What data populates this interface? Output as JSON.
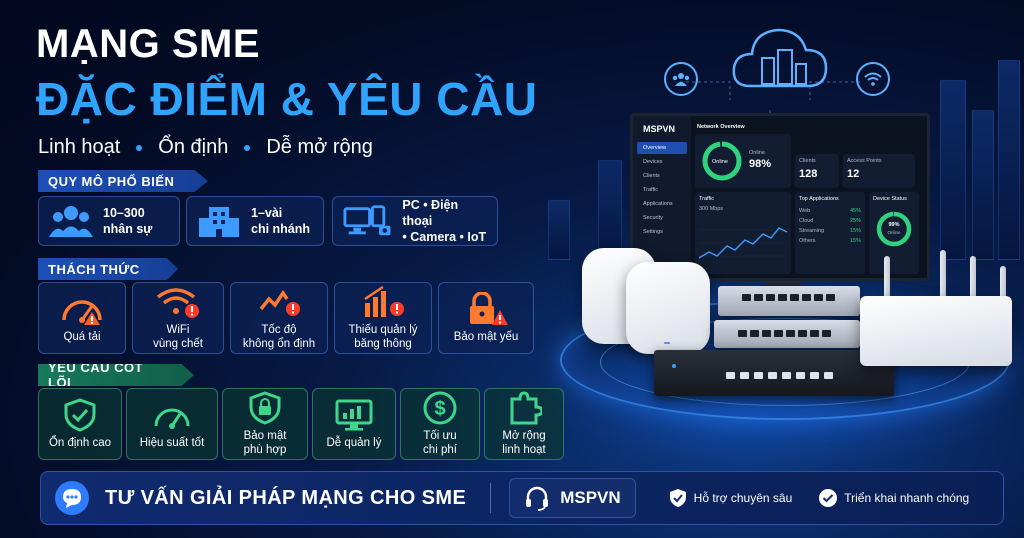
{
  "header": {
    "title": "MẠNG SME",
    "subtitle": "ĐẶC ĐIỂM & YÊU CẦU",
    "tagline": [
      "Linh hoạt",
      "Ổn định",
      "Dễ mở rộng"
    ]
  },
  "scale": {
    "label": "QUY MÔ PHỔ BIẾN",
    "items": [
      {
        "line1": "10–300",
        "line2": "nhân sự",
        "icon": "people-icon"
      },
      {
        "line1": "1–vài",
        "line2": "chi nhánh",
        "icon": "building-icon"
      },
      {
        "line1": "PC • Điện thoại",
        "line2": "• Camera • IoT",
        "icon": "devices-icon"
      }
    ]
  },
  "challenges": {
    "label": "THÁCH THỨC",
    "items": [
      {
        "line1": "Quá tải",
        "line2": "",
        "icon": "gauge-warning-icon"
      },
      {
        "line1": "WiFi",
        "line2": "vùng chết",
        "icon": "wifi-warning-icon"
      },
      {
        "line1": "Tốc độ",
        "line2": "không ổn định",
        "icon": "speed-warning-icon"
      },
      {
        "line1": "Thiếu quản lý",
        "line2": "băng thông",
        "icon": "bandwidth-warning-icon"
      },
      {
        "line1": "Bảo mật yếu",
        "line2": "",
        "icon": "lock-warning-icon"
      }
    ]
  },
  "requirements": {
    "label": "YÊU CẦU CỐT LÕI",
    "items": [
      {
        "line1": "Ổn định cao",
        "line2": "",
        "icon": "shield-check-icon"
      },
      {
        "line1": "Hiệu suất tốt",
        "line2": "",
        "icon": "speedometer-icon"
      },
      {
        "line1": "Bảo mật",
        "line2": "phù hợp",
        "icon": "shield-lock-icon"
      },
      {
        "line1": "Dễ quản lý",
        "line2": "",
        "icon": "monitor-chart-icon"
      },
      {
        "line1": "Tối ưu",
        "line2": "chi phí",
        "icon": "dollar-icon"
      },
      {
        "line1": "Mở rộng",
        "line2": "linh hoạt",
        "icon": "puzzle-icon"
      }
    ]
  },
  "cta": {
    "title": "TƯ VẤN GIẢI PHÁP MẠNG CHO SME",
    "brand": "MSPVN",
    "badges": [
      "Hỗ trợ chuyên sâu",
      "Triển khai nhanh chóng"
    ]
  },
  "monitor": {
    "brand": "MSPVN",
    "nav": [
      "Overview",
      "Devices",
      "Clients",
      "Traffic",
      "Applications",
      "Security",
      "Settings"
    ],
    "overview_title": "Network Overview",
    "online_label": "Online",
    "online_pct": "98%",
    "clients_label": "Clients",
    "clients_value": "128",
    "ap_label": "Access Points",
    "ap_value": "12",
    "traffic_label": "Traffic",
    "traffic_value": "300 Mbps",
    "top_apps_title": "Top Applications",
    "apps": [
      {
        "name": "Web",
        "pct": "45%"
      },
      {
        "name": "Cloud",
        "pct": "25%"
      },
      {
        "name": "Streaming",
        "pct": "15%"
      },
      {
        "name": "Others",
        "pct": "15%"
      }
    ],
    "device_status_title": "Device Status",
    "device_status_pct": "99%",
    "device_status_label": "Online"
  },
  "colors": {
    "accent_blue": "#2fa4ff",
    "warning_orange": "#ff7a2e",
    "success_green": "#3fd68c"
  }
}
